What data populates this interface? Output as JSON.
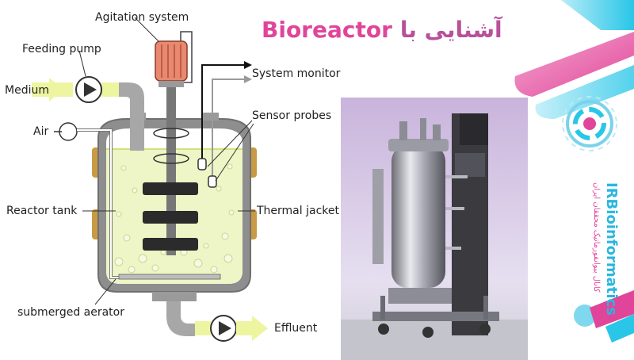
{
  "title": {
    "english": "Bioreactor",
    "persian": "آشنایی با"
  },
  "diagram": {
    "labels": {
      "agitation": "Agitation system",
      "feeding_pump": "Feeding pump",
      "medium": "Medium",
      "air": "Air",
      "system_monitor": "System monitor",
      "sensor_probes": "Sensor probes",
      "reactor_tank": "Reactor tank",
      "thermal_jacket": "Thermal jacket",
      "aerator": "submerged aerator",
      "effluent": "Effluent"
    }
  },
  "branding": {
    "name": "IRBioinformatics",
    "channel": "کانال بیوانفورماتیک محققان ایران"
  },
  "colors": {
    "accent_pink": "#e0459a",
    "accent_cyan": "#29c6e8",
    "liquid": "#eef5c6",
    "tank_gray": "#9a9a9a"
  }
}
